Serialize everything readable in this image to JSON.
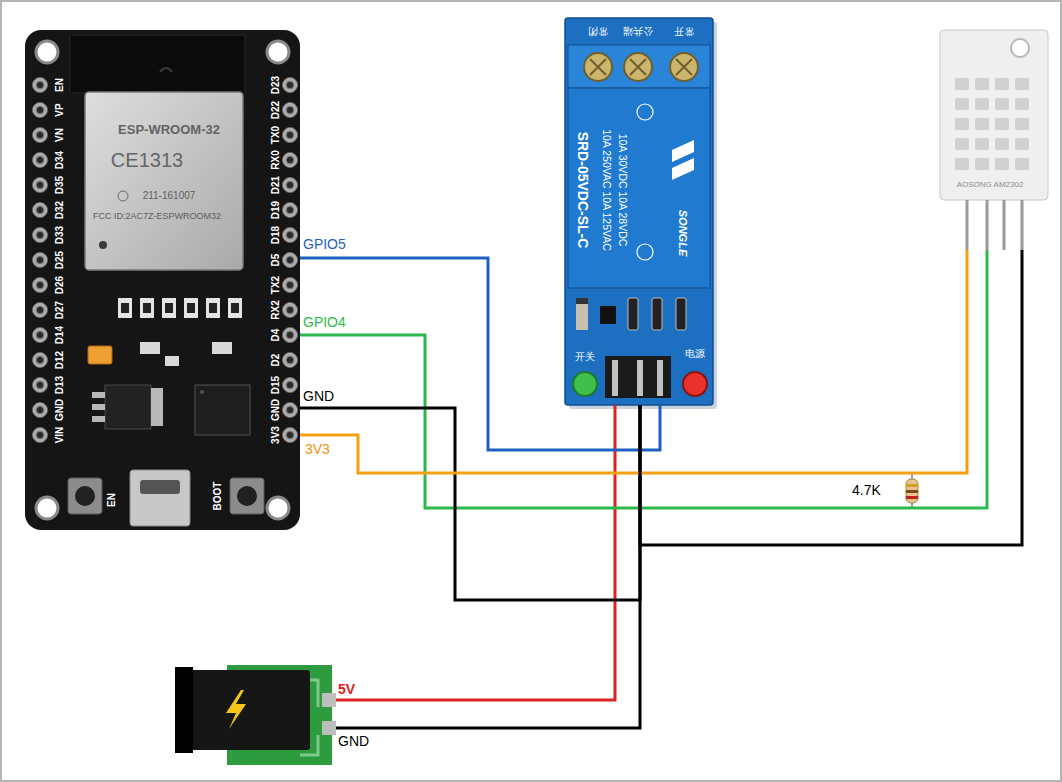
{
  "diagram": {
    "nodes": [
      {
        "text": [
          "EN",
          "VP",
          "VN",
          "D34",
          "D35",
          "D32",
          "D33",
          "D25",
          "D26",
          "D27",
          "D14",
          "D12",
          "D13",
          "GND",
          "VIN",
          "D23",
          "D22",
          "TX0",
          "RX0",
          "D21",
          "D19",
          "D18",
          "D5",
          "TX2",
          "RX2",
          "D4",
          "D2",
          "D15",
          "GND",
          "3V3",
          "EN",
          "BOOT"
        ]
      },
      {
        "text": [
          "ESP-WROOM-32",
          "CE1313",
          "211-161007",
          "FCC ID:2AC7Z-ESPWROOM32"
        ],
        "in": 0
      },
      {
        "text": [
          "常闭",
          "公共端",
          "常开",
          "SRD-05VDC-SL-C",
          "10A 250VAC 10A 125VAC",
          "10A 30VDC 10A 28VDC",
          "SONGLE",
          "开关",
          "电源"
        ]
      },
      {
        "text": [
          "AOSONG AM2302"
        ]
      }
    ],
    "edges": [
      {
        "from": 0,
        "to": 2,
        "arrow": "none",
        "label": "GPIO5"
      },
      {
        "from": 0,
        "to": 3,
        "arrow": "none",
        "label": "GPIO4"
      },
      {
        "from": 0,
        "to": 2,
        "arrow": "none",
        "label": "GND"
      },
      {
        "from": 0,
        "to": 3,
        "arrow": "none",
        "label": "3V3"
      },
      {
        "from": 3,
        "to": 2,
        "arrow": "none"
      }
    ],
    "labels": [
      "4.7K",
      "5V",
      "GND"
    ]
  }
}
